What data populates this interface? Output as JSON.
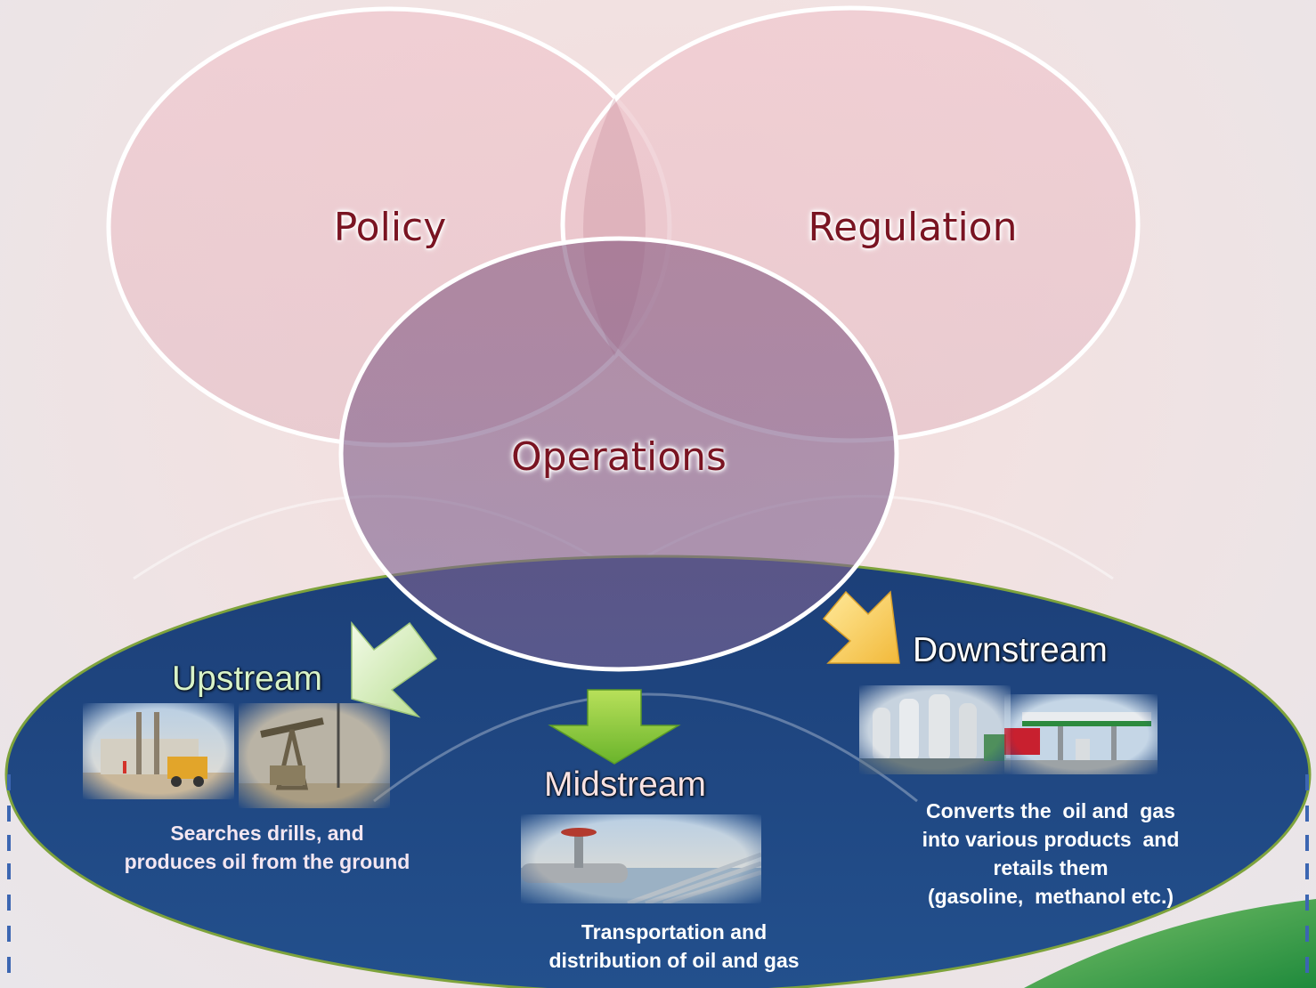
{
  "venn": {
    "policy": "Policy",
    "regulation": "Regulation",
    "operations": "Operations"
  },
  "stages": {
    "upstream": {
      "label": "Upstream",
      "description": [
        "Searches drills, and",
        "produces oil from the ground"
      ]
    },
    "midstream": {
      "label": "Midstream",
      "description": [
        "Transportation and",
        "distribution of oil and gas"
      ]
    },
    "downstream": {
      "label": "Downstream",
      "description": [
        "Converts the  oil and  gas",
        "into various products  and",
        "retails them",
        "(gasoline,  methanol etc.)"
      ]
    }
  },
  "colors": {
    "venn_label": "#7a1422",
    "upstream_label": "#d8f3c8",
    "midstream_label": "#f8e2e2",
    "downstream_label": "#ffffff",
    "base_ellipse": "#1e4582",
    "base_border": "#7ea33c",
    "description_text": "#ffffff",
    "description_text_alt": "#f3e6f1"
  },
  "icons": {
    "upstream_arrow": "arrow-down-left-icon",
    "midstream_arrow": "arrow-down-icon",
    "downstream_arrow": "arrow-down-right-icon"
  }
}
